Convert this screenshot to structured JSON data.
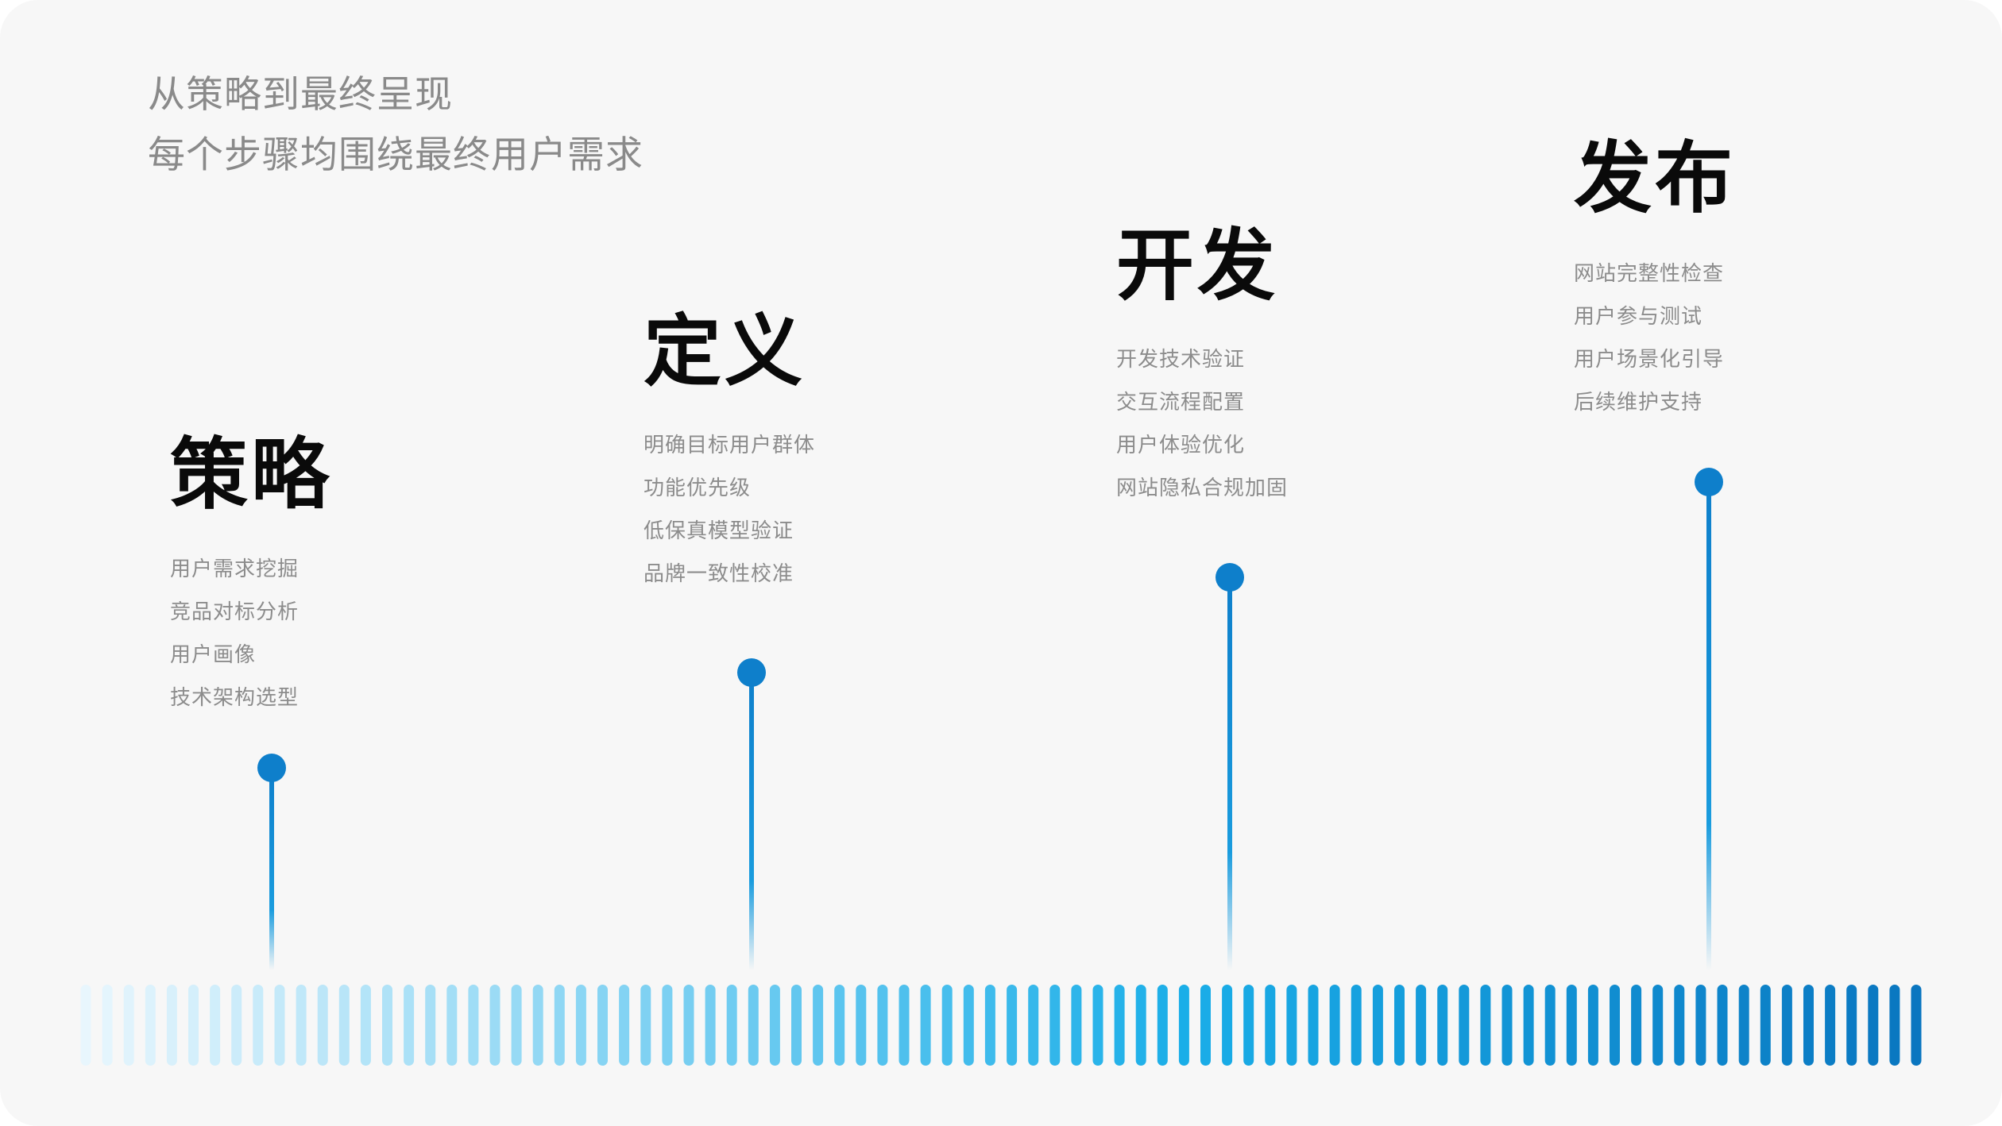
{
  "intro": {
    "line1": "从策略到最终呈现",
    "line2": "每个步骤均围绕最终用户需求"
  },
  "stages": [
    {
      "title": "策略",
      "items": [
        "用户需求挖掘",
        "竞品对标分析",
        "用户画像",
        "技术架构选型"
      ]
    },
    {
      "title": "定义",
      "items": [
        "明确目标用户群体",
        "功能优先级",
        "低保真模型验证",
        "品牌一致性校准"
      ]
    },
    {
      "title": "开发",
      "items": [
        "开发技术验证",
        "交互流程配置",
        "用户体验优化",
        "网站隐私合规加固"
      ]
    },
    {
      "title": "发布",
      "items": [
        "网站完整性检查",
        "用户参与测试",
        "用户场景化引导",
        "后续维护支持"
      ]
    }
  ],
  "colors": {
    "accent": "#0e7fcb",
    "bar_start": "#e8f6fd",
    "bar_mid": "#1aaee8",
    "bar_end": "#0a76c0",
    "intro_text": "#8a8a8a",
    "item_text": "#8c8c8c"
  }
}
